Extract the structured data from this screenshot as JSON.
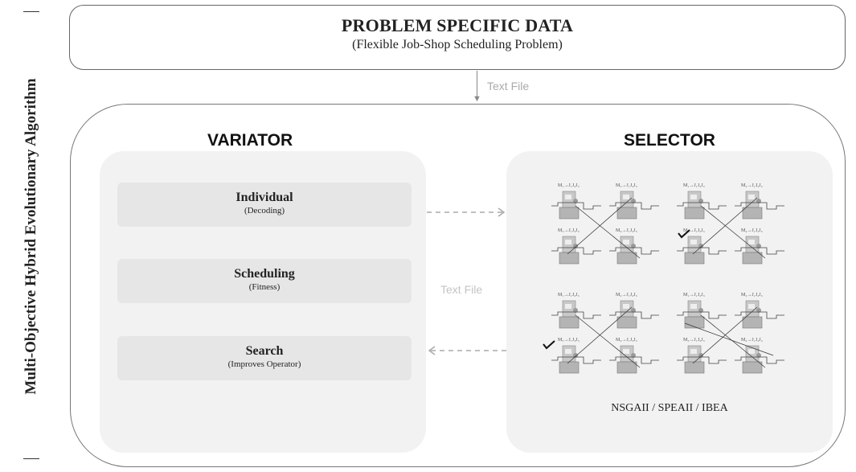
{
  "side_title": "Multi-Objective Hybrid Evolutionary Algorithm",
  "problem": {
    "title": "PROBLEM SPECIFIC DATA",
    "subtitle": "(Flexible Job-Shop Scheduling Problem)"
  },
  "connector_top_label": "Text File",
  "variator": {
    "heading": "VARIATOR",
    "steps": [
      {
        "name": "Individual",
        "sub": "(Decoding)"
      },
      {
        "name": "Scheduling",
        "sub": "(Fitness)"
      },
      {
        "name": "Search",
        "sub": "(Improves Operator)"
      }
    ]
  },
  "connector_mid_label": "Text File",
  "selector": {
    "heading": "SELECTOR",
    "algorithms": "NSGAII / SPEAII / IBEA",
    "machine_labels": [
      "M₁→J₁J₂J₃",
      "M₂→J₁J₂J₃",
      "M₃→J₁J₂J₃",
      "M₄→J₁J₂J₃"
    ]
  },
  "colors": {
    "border": "#777777",
    "panel": "#f2f2f2",
    "step": "#e6e6e6",
    "connector": "#aaaaaa"
  }
}
